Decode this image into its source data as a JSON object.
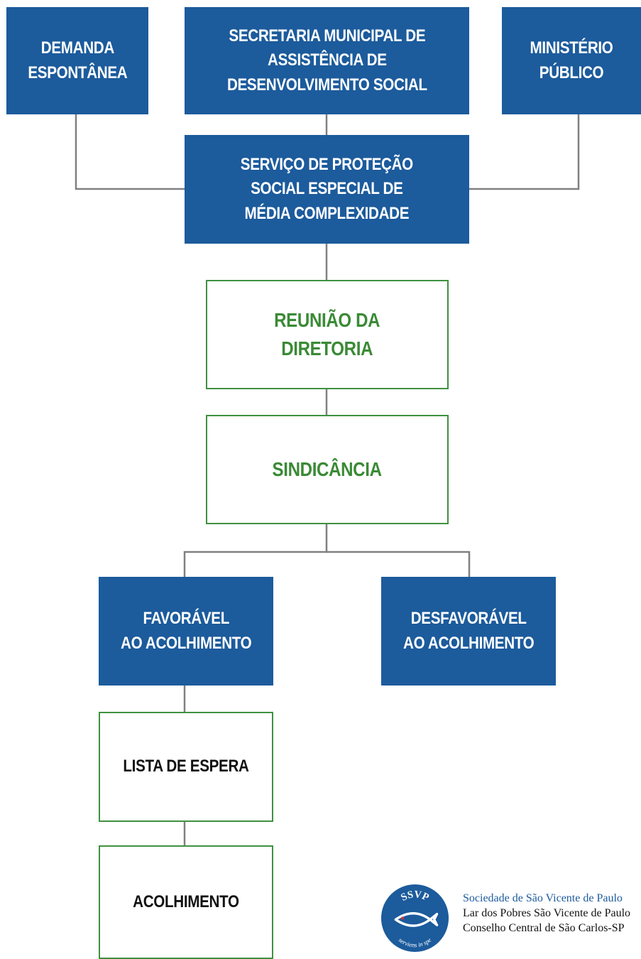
{
  "colors": {
    "blue": "#1c5b9c",
    "green": "#3a8a35",
    "connector": "#808080"
  },
  "nodes": {
    "demanda": "DEMANDA\nESPONTÂNEA",
    "secretaria": "SECRETARIA MUNICIPAL DE\nASSISTÊNCIA DE\nDESENVOLVIMENTO SOCIAL",
    "ministerio": "MINISTÉRIO\nPÚBLICO",
    "servico": "SERVIÇO DE PROTEÇÃO\nSOCIAL ESPECIAL DE\nMÉDIA COMPLEXIDADE",
    "reuniao": "REUNIÃO DA\nDIRETORIA",
    "sindicancia": "SINDICÂNCIA",
    "favoravel": "FAVORÁVEL\nAO ACOLHIMENTO",
    "desfavoravel": "DESFAVORÁVEL\nAO ACOLHIMENTO",
    "lista": "LISTA DE ESPERA",
    "acolhimento": "ACOLHIMENTO"
  },
  "edges": [
    {
      "from": "demanda",
      "to": "servico"
    },
    {
      "from": "secretaria",
      "to": "servico"
    },
    {
      "from": "ministerio",
      "to": "servico"
    },
    {
      "from": "servico",
      "to": "reuniao"
    },
    {
      "from": "reuniao",
      "to": "sindicancia"
    },
    {
      "from": "sindicancia",
      "to": "favoravel"
    },
    {
      "from": "sindicancia",
      "to": "desfavoravel"
    },
    {
      "from": "favoravel",
      "to": "lista"
    },
    {
      "from": "lista",
      "to": "acolhimento"
    }
  ],
  "footer": {
    "logo_icon": "ssvp-fish-emblem-icon",
    "logo_text_top": "SSVP",
    "logo_motto": "serviens in spe",
    "org": "Sociedade de São Vicente de Paulo",
    "line2": "Lar dos Pobres São Vicente de Paulo",
    "line3": "Conselho Central de São Carlos-SP"
  }
}
